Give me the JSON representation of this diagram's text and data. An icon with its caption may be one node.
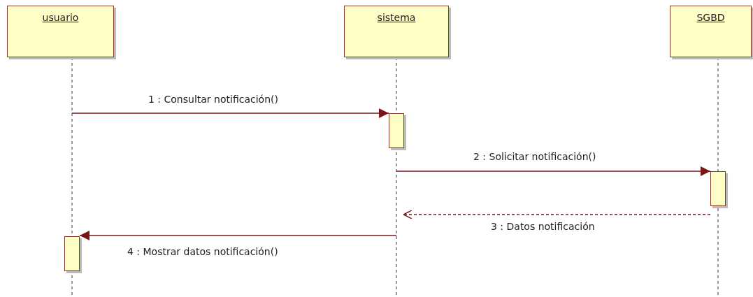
{
  "diagram": {
    "nodes": [
      {
        "text": [
          "usuario"
        ]
      },
      {
        "text": [
          "sistema"
        ]
      },
      {
        "text": [
          "SGBD"
        ]
      },
      {
        "text": [],
        "shape": "bar"
      },
      {
        "text": [],
        "shape": "bar"
      },
      {
        "text": [],
        "shape": "bar"
      }
    ],
    "edges": [
      {
        "from": null,
        "to": 3,
        "arrow": "to",
        "label": "1 : Consultar notificación()"
      },
      {
        "from": null,
        "to": 4,
        "arrow": "to",
        "label": "2 : Solicitar notificación()"
      },
      {
        "from": 4,
        "to": null,
        "arrow": "to",
        "label": "3 : Datos notificación",
        "style": "dashed"
      },
      {
        "from": null,
        "to": 5,
        "arrow": "to",
        "label": "4 : Mostrar datos notificación()"
      }
    ]
  }
}
